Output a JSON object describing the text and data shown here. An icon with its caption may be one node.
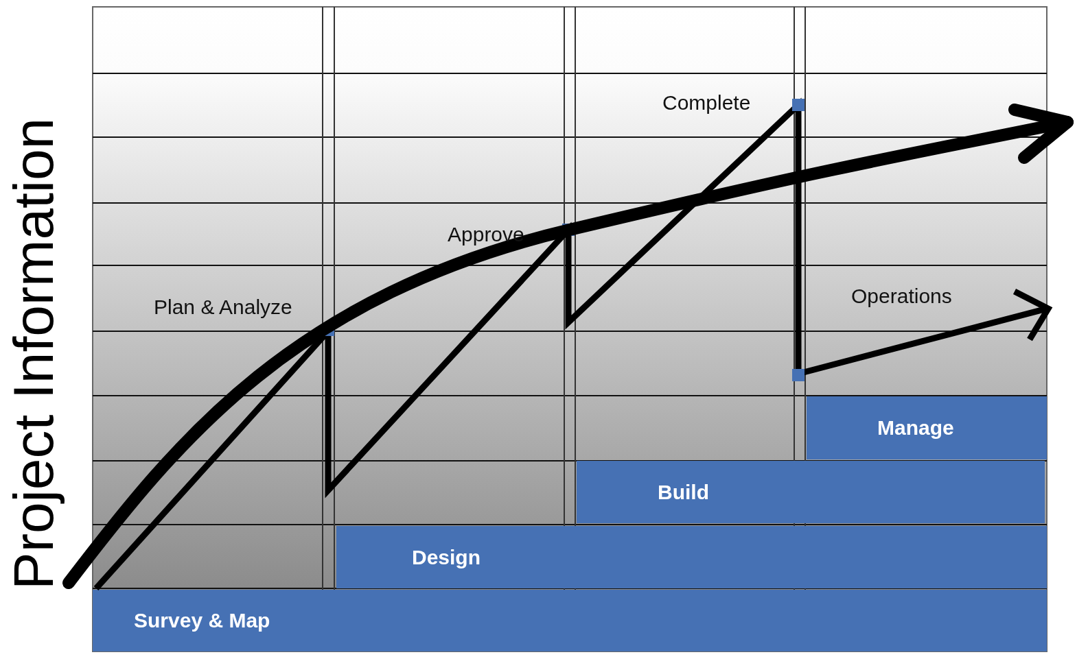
{
  "diagram": {
    "nodes": [
      {
        "text": [
          "Survey & Map"
        ]
      },
      {
        "text": [
          "Design"
        ]
      },
      {
        "text": [
          "Build"
        ]
      },
      {
        "text": [
          "Manage"
        ]
      }
    ],
    "labels": [
      "Complete",
      "Approve",
      "Operations",
      "Plan & Analyze",
      "Project Information"
    ]
  }
}
